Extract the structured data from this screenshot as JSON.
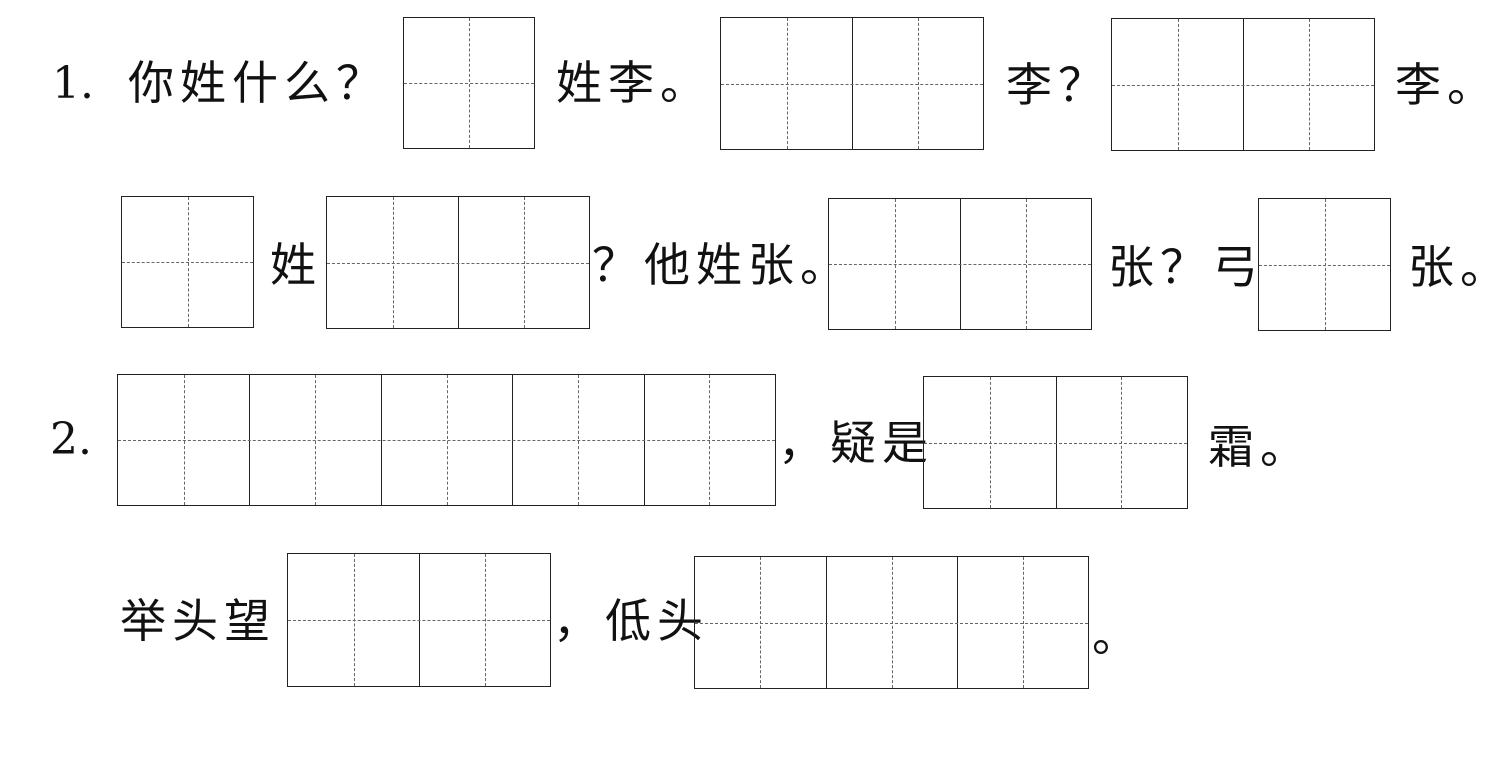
{
  "items": [
    {
      "number": "1.",
      "line1": {
        "question": "你姓什么？",
        "after_box1": "姓李。",
        "after_box2": "李？",
        "after_box3": "李。"
      },
      "line2": {
        "after_box1": "姓",
        "after_box2": "？他姓张。",
        "after_box3": "张？弓",
        "after_box4": "张。"
      }
    },
    {
      "number": "2.",
      "line1": {
        "after_box1": "，疑是",
        "after_box2": "霜。"
      },
      "line2": {
        "prefix": "举头望",
        "after_box1": "，低头",
        "after_box2": "。"
      }
    }
  ]
}
